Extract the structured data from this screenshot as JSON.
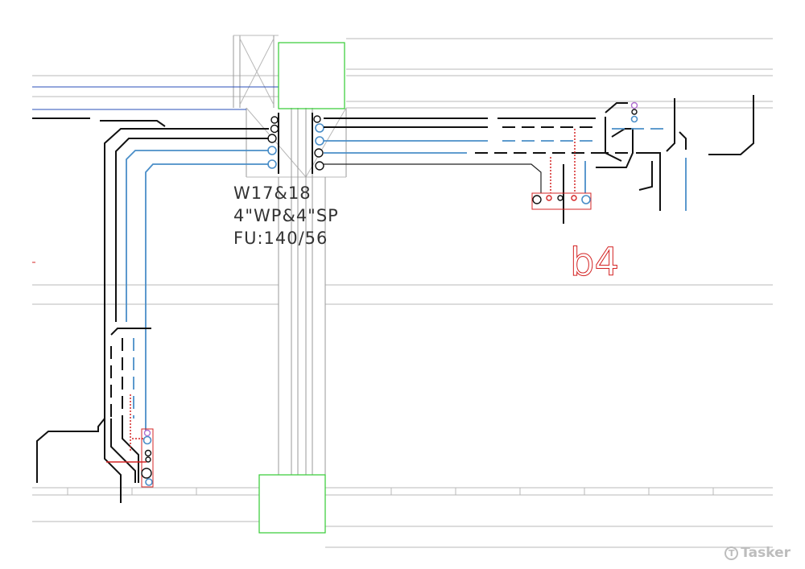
{
  "annotation": {
    "line1": "W17&18",
    "line2": "4\"WP&4\"SP",
    "line3": "FU:140/56"
  },
  "zone_label": "b4",
  "watermark": {
    "text": "Tasker",
    "icon": "tasker-logo-icon"
  },
  "colors": {
    "background": "#ffffff",
    "structure": "#b8b8b8",
    "pipe_black": "#111111",
    "pipe_blue": "#4a8ec8",
    "column_green": "#33cc33",
    "vent_red": "#d42424"
  }
}
